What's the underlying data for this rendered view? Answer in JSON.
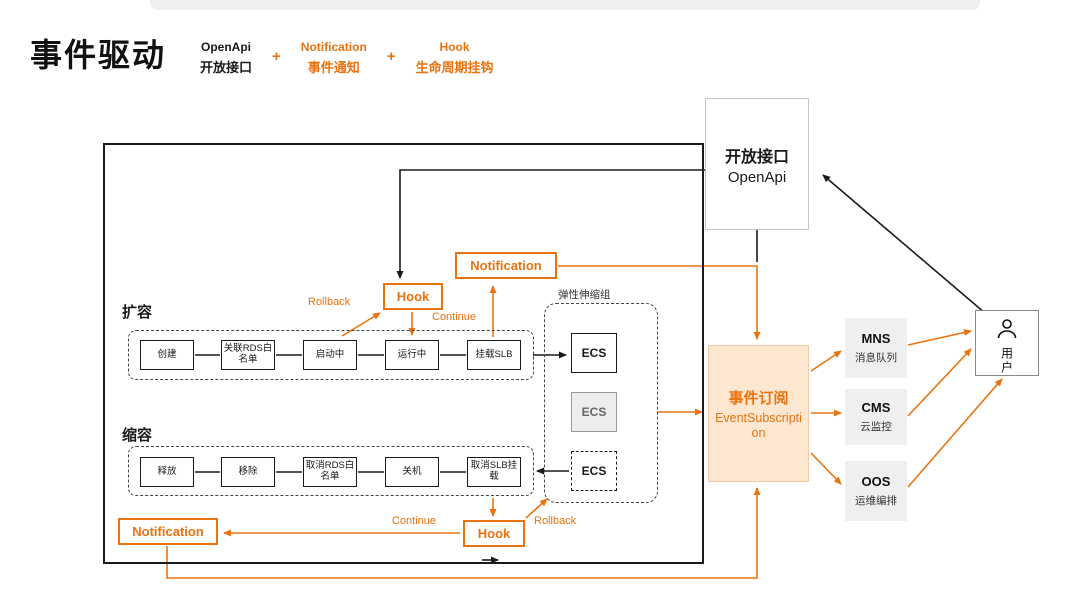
{
  "colors": {
    "accent_orange": "#E8730F",
    "event_subscription_fill": "#FDE7D1",
    "service_box_fill": "#EFEFEF"
  },
  "header": {
    "title": "事件驱动",
    "plus": "+",
    "legend": [
      {
        "en": "OpenApi",
        "zh": "开放接口"
      },
      {
        "en": "Notification",
        "zh": "事件通知"
      },
      {
        "en": "Hook",
        "zh": "生命周期挂钩"
      }
    ]
  },
  "openapi_box": {
    "zh": "开放接口",
    "en": "OpenApi"
  },
  "diagram": {
    "scale_out_label": "扩容",
    "scale_in_label": "缩容",
    "group_label": "弹性伸缩组",
    "scale_out_steps": [
      "创建",
      "关联RDS白名单",
      "启动中",
      "运行中",
      "挂载SLB"
    ],
    "scale_in_steps": [
      "释放",
      "移除",
      "取消RDS白名单",
      "关机",
      "取消SLB挂载"
    ],
    "ecs": [
      "ECS",
      "ECS",
      "ECS"
    ],
    "hook_top": "Hook",
    "hook_bottom": "Hook",
    "notification_top": "Notification",
    "notification_bottom": "Notification",
    "rollback_top": "Rollback",
    "continue_top": "Continue",
    "continue_bottom": "Continue",
    "rollback_bottom": "Rollback"
  },
  "event_subscription": {
    "title": "事件订阅",
    "subtitle": "EventSubscription"
  },
  "services": [
    {
      "name": "MNS",
      "desc": "消息队列"
    },
    {
      "name": "CMS",
      "desc": "云监控"
    },
    {
      "name": "OOS",
      "desc": "运维编排"
    }
  ],
  "user": {
    "label": "用户"
  }
}
